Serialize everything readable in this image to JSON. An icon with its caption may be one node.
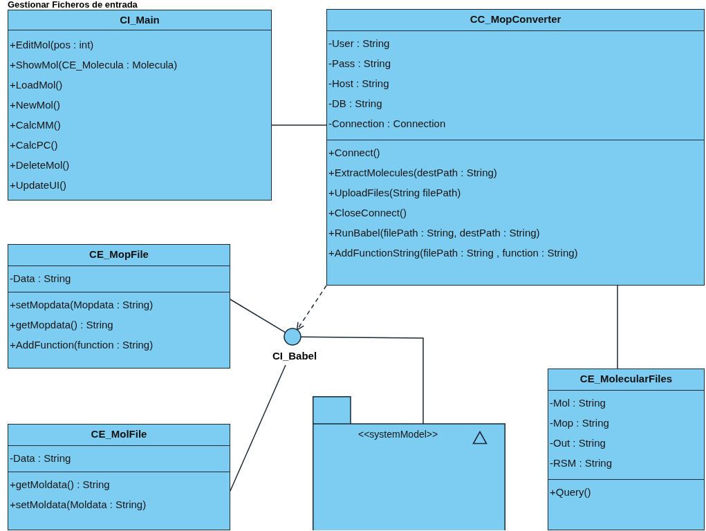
{
  "diagram": {
    "title": "Gestionar Ficheros de entrada",
    "nodes": [
      {
        "text": [
          "CI_Main",
          "+EditMol(pos : int)",
          "+ShowMol(CE_Molecula : Molecula)",
          "+LoadMol()",
          "+NewMol()",
          "+CalcMM()",
          "+CalcPC()",
          "+DeleteMol()",
          "+UpdateUI()"
        ]
      },
      {
        "text": [
          "CC_MopConverter",
          "-User : String",
          "-Pass : String",
          "-Host : String",
          "-DB : String",
          "-Connection : Connection",
          "+Connect()",
          "+ExtractMolecules(destPath : String)",
          "+UploadFiles(String filePath)",
          "+CloseConnect()",
          "+RunBabel(filePath : String, destPath : String)",
          "+AddFunctionString(filePath : String , function : String)"
        ]
      },
      {
        "text": [
          "CE_MopFile",
          "-Data : String",
          "+setMopdata(Mopdata : String)",
          "+getMopdata() : String",
          "+AddFunction(function : String)"
        ]
      },
      {
        "text": [
          "CI_Babel"
        ]
      },
      {
        "text": [
          "<<systemModel>>"
        ]
      },
      {
        "text": [
          "CE_MolFile",
          "-Data : String",
          "+getMoldata() : String",
          "+setMoldata(Moldata : String)"
        ]
      },
      {
        "text": [
          "CE_MolecularFiles",
          "-Mol : String",
          "-Mop : String",
          "-Out : String",
          "-RSM : String",
          "+Query()"
        ]
      }
    ],
    "edges": [
      {
        "from": 0,
        "to": 1,
        "arrow": "none"
      },
      {
        "from": 1,
        "to": 3,
        "arrow": "to",
        "style": "dashed"
      },
      {
        "from": 2,
        "to": 3,
        "arrow": "none"
      },
      {
        "from": 3,
        "to": 4,
        "arrow": "none"
      },
      {
        "from": 3,
        "to": 5,
        "arrow": "none"
      },
      {
        "from": 1,
        "to": 6,
        "arrow": "none"
      }
    ]
  }
}
